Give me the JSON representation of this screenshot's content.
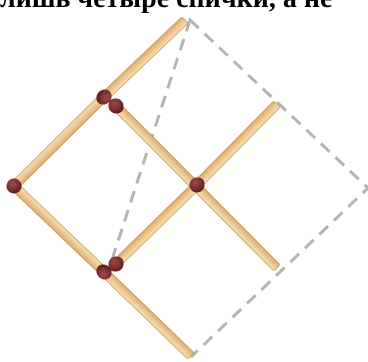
{
  "caption": "лишь четыре спички, а не",
  "colors": {
    "wood_light": "#f9dfb1",
    "wood_mid": "#eec791",
    "wood_dark": "#d9ab6c",
    "match_head": "#7a2e2e",
    "match_head_dark": "#4f1c1c",
    "dashed_outline": "#b4b4b4"
  },
  "matches": [
    {
      "id": "upper-left-edge"
    },
    {
      "id": "upper-right-edge"
    },
    {
      "id": "top-long-stick"
    },
    {
      "id": "middle-right-stick"
    },
    {
      "id": "lower-left-edge"
    },
    {
      "id": "lower-right-edge"
    },
    {
      "id": "center-cross-stick"
    },
    {
      "id": "bottom-diagonal-stick"
    }
  ]
}
